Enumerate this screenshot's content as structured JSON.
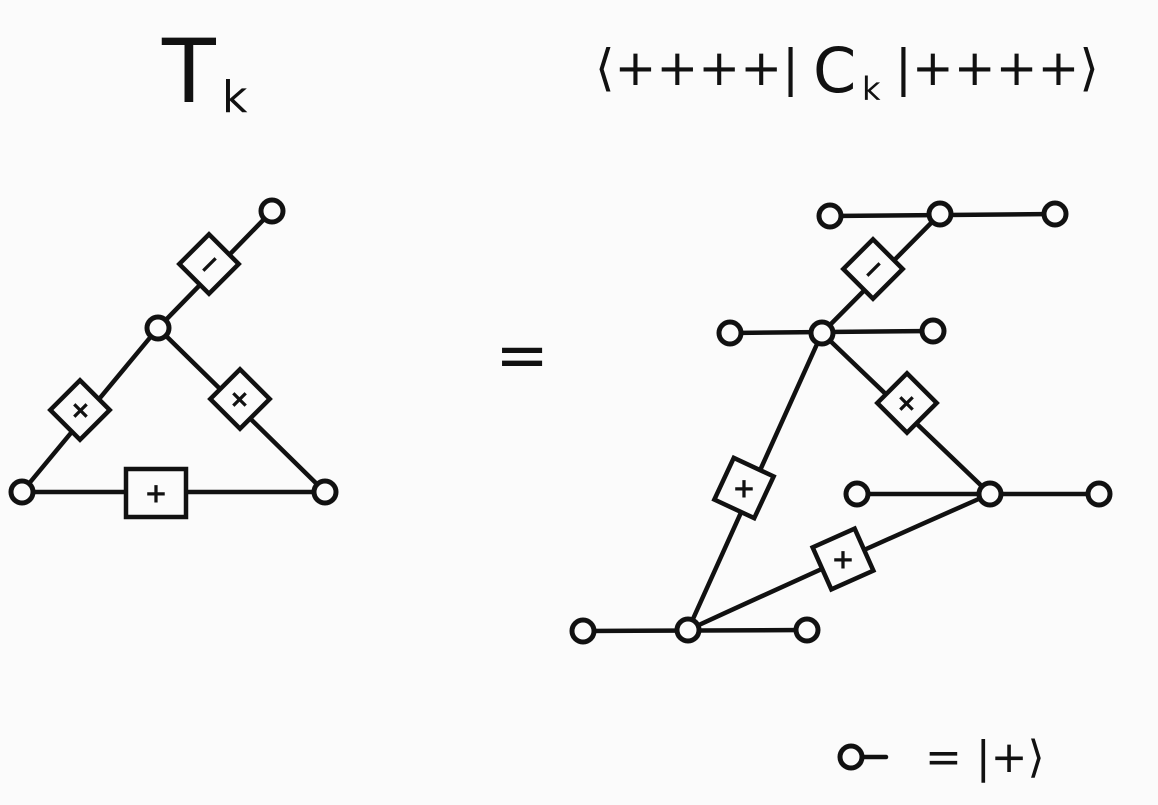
{
  "left_title": {
    "main": "T",
    "sub": "k"
  },
  "right_title": {
    "bra": "⟨++++|",
    "op": "C",
    "sub": "k",
    "ket": "|++++⟩"
  },
  "equals": "=",
  "legend": {
    "text": "= |+⟩"
  },
  "left_graph": {
    "edges": [
      {
        "label": "−"
      },
      {
        "label": "+"
      },
      {
        "label": "+"
      },
      {
        "label": "+"
      }
    ]
  },
  "right_graph": {
    "edges": [
      {
        "label": "−"
      },
      {
        "label": "+"
      },
      {
        "label": "+"
      },
      {
        "label": "+"
      }
    ]
  }
}
